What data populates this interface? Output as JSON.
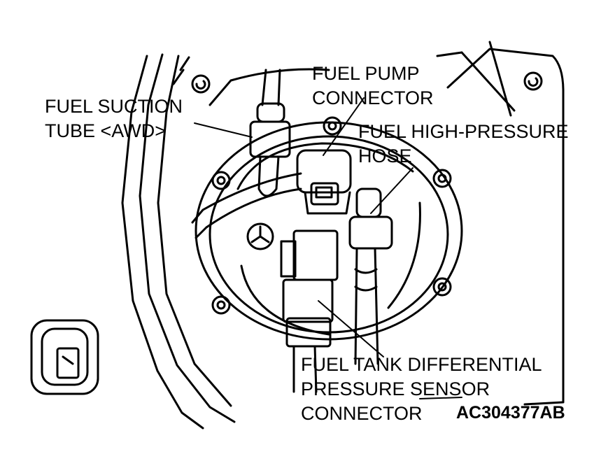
{
  "labels": {
    "fuel_suction_tube": [
      "FUEL SUCTION",
      "TUBE <AWD>"
    ],
    "fuel_pump_connector": [
      "FUEL PUMP",
      "CONNECTOR"
    ],
    "fuel_high_pressure_hose": [
      "FUEL HIGH-PRESSURE",
      "HOSE"
    ],
    "fuel_tank_sensor_connector": [
      "FUEL TANK DIFFERENTIAL",
      "PRESSURE SENSOR",
      "CONNECTOR"
    ]
  },
  "figure_code": "AC304377AB",
  "colors": {
    "ink": "#000000",
    "paper": "#ffffff"
  }
}
